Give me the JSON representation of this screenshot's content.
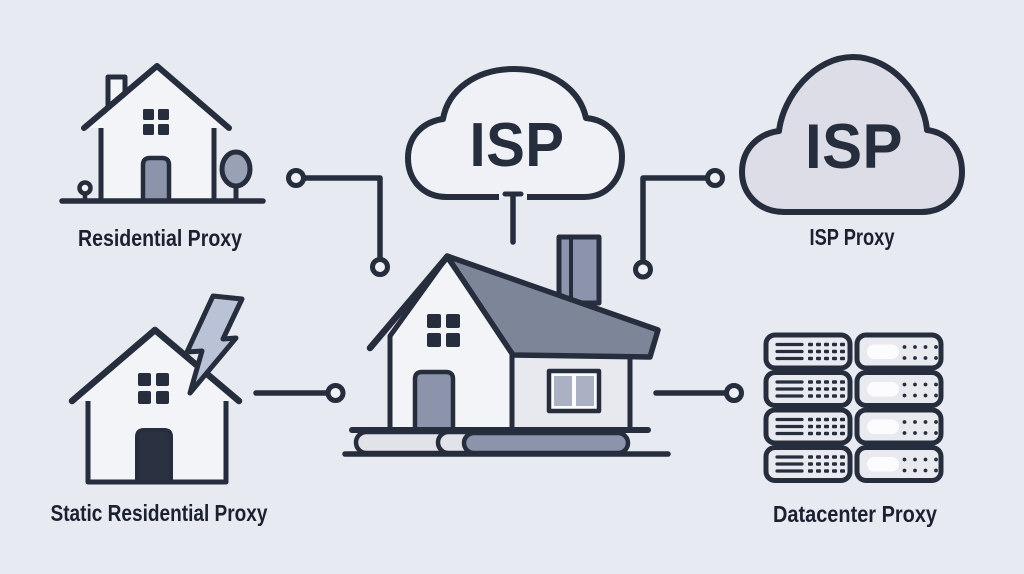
{
  "palette": {
    "background": "#e8eaf2",
    "outline": "#262d3d",
    "text_ink": "#1b2130",
    "house_fill": "#f3f4f8",
    "roof_slate": "#7d8699",
    "door_gray": "#8b94aa",
    "door_dark": "#2a3140",
    "cloud_center_fill": "#eff1f6",
    "cloud_right_fill": "#dcdde6",
    "lightning_fill": "#b9c2d6",
    "tree_fill": "#98a1b5",
    "server_fill": "#e9eaef",
    "pill_light": "#e2e3e9",
    "slot_white": "#fcfcfe",
    "side_wall_fill": "#e8e9ef",
    "window_pane": "#a9b1c2",
    "circle_fill": "#eff1f6"
  },
  "diagram": {
    "residential": {
      "label": "Residential Proxy"
    },
    "isp_cloud": {
      "text": "ISP"
    },
    "isp_proxy": {
      "cloud_text": "ISP",
      "label": "ISP Proxy"
    },
    "static_residential": {
      "label": "Static Residential Proxy"
    },
    "datacenter": {
      "label": "Datacenter Proxy"
    }
  }
}
